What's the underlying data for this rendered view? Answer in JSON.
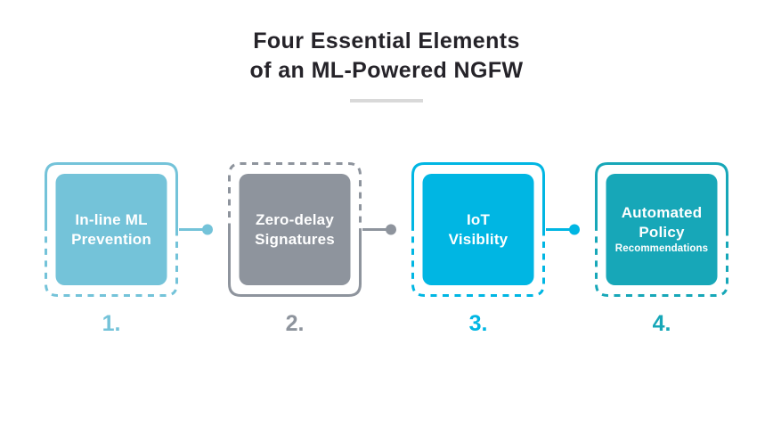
{
  "title": {
    "line1": "Four Essential Elements",
    "line2": "of an ML-Powered NGFW",
    "color": "#252329"
  },
  "divider": {
    "color": "#D9D9D9"
  },
  "label_text_color": "#FFFFFF",
  "cards": [
    {
      "number": "1.",
      "label_line1": "In-line ML",
      "label_line2": "Prevention",
      "color": "#74C3D9",
      "border_style": "solid-top-dashed-bottom",
      "has_connector": "true"
    },
    {
      "number": "2.",
      "label_line1": "Zero-delay",
      "label_line2": "Signatures",
      "color": "#8E949D",
      "border_style": "dashed-top-solid-bottom",
      "has_connector": "true"
    },
    {
      "number": "3.",
      "label_line1": "IoT",
      "label_line2": "Visiblity",
      "color": "#00B6E3",
      "border_style": "solid-top-dashed-bottom",
      "has_connector": "true"
    },
    {
      "number": "4.",
      "label_line1": "Automated",
      "label_line2": "Policy",
      "label_line3": "Recommendations",
      "color": "#17A7B8",
      "border_style": "solid-top-dashed-bottom",
      "has_connector": "false"
    }
  ]
}
